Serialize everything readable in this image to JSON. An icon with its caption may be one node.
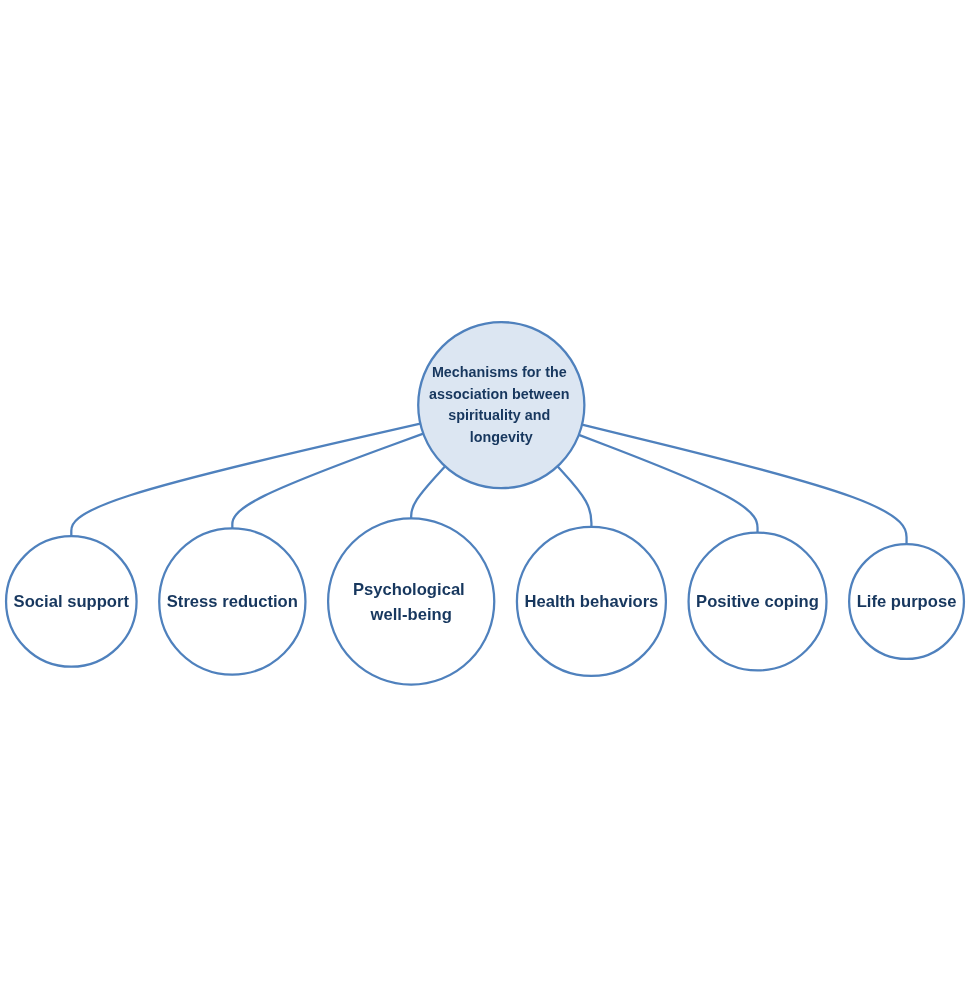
{
  "diagram": {
    "nodes": [
      {
        "text": [
          "Social support"
        ]
      },
      {
        "text": [
          "Stress reduction"
        ]
      },
      {
        "text": [
          "Psychological well-being"
        ]
      },
      {
        "text": [
          "Mechanisms for the association between spirituality and longevity"
        ]
      },
      {
        "text": [
          "Health behaviors"
        ]
      },
      {
        "text": [
          "Positive coping"
        ]
      },
      {
        "text": [
          "Life purpose"
        ]
      }
    ],
    "edges": [
      {
        "from": 3,
        "to": 0,
        "arrow": "none"
      },
      {
        "from": 3,
        "to": 1,
        "arrow": "none"
      },
      {
        "from": 3,
        "to": 2,
        "arrow": "none"
      },
      {
        "from": 3,
        "to": 4,
        "arrow": "none"
      },
      {
        "from": 3,
        "to": 5,
        "arrow": "none"
      },
      {
        "from": 3,
        "to": 6,
        "arrow": "none"
      }
    ]
  }
}
